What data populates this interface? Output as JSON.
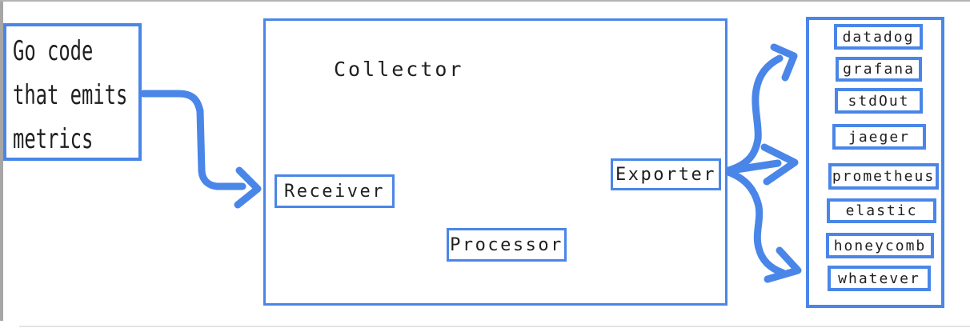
{
  "colors": {
    "accent": "#4a86e8",
    "text": "#1f1f1f",
    "chrome_left": "#a6a6a6",
    "chrome_top": "#b3b3b3",
    "chrome_bottom": "#e4e4e4"
  },
  "source": {
    "lines": [
      "Go code",
      "that emits",
      "metrics"
    ]
  },
  "collector": {
    "title": "Collector",
    "receiver": "Receiver",
    "processor": "Processor",
    "exporter": "Exporter"
  },
  "sinks": {
    "items": [
      "datadog",
      "grafana",
      "stdOut",
      "jaeger",
      "prometheus",
      "elastic",
      "honeycomb",
      "whatever"
    ]
  }
}
